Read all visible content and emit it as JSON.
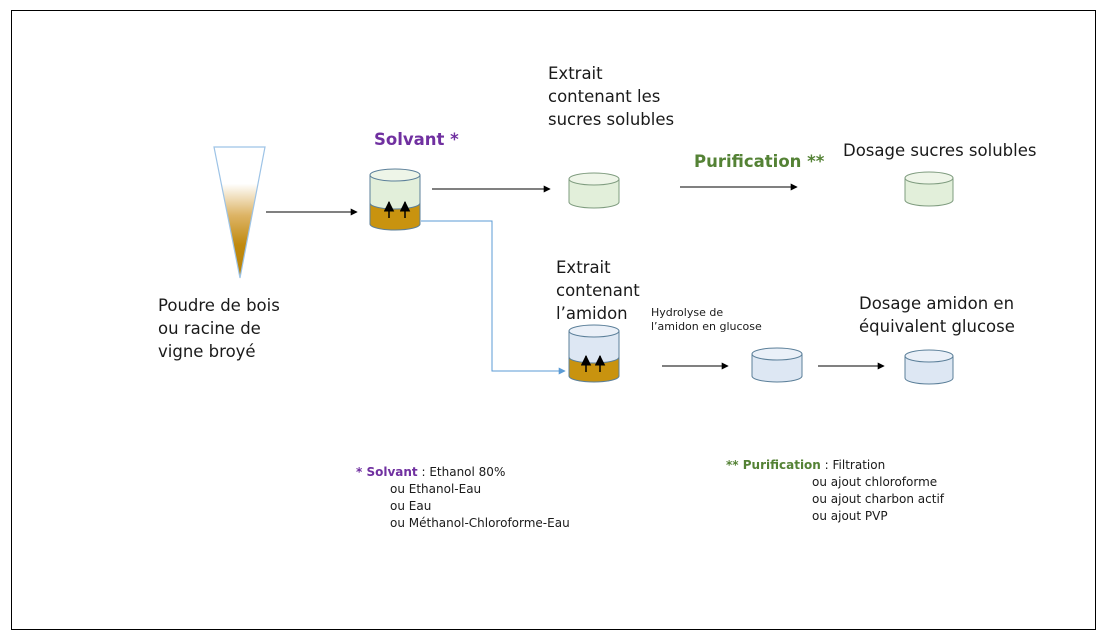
{
  "colors": {
    "solvant": "#7030a0",
    "purification": "#548235",
    "extract_green": "#e2efda",
    "extract_blue": "#dde7f3",
    "sediment": "#c9930f",
    "connector_blue": "#5b9bd5"
  },
  "labels": {
    "powder": [
      "Poudre de bois",
      "ou racine de",
      "vigne broyé"
    ],
    "solvant": "Solvant *",
    "extract_sugars": [
      "Extrait",
      "contenant les",
      "sucres solubles"
    ],
    "purification": "Purification **",
    "dosage_sugars": "Dosage sucres solubles",
    "extract_starch": [
      "Extrait",
      "contenant",
      "l’amidon"
    ],
    "hydrolysis": [
      "Hydrolyse de",
      "l’amidon en glucose"
    ],
    "dosage_starch": [
      "Dosage amidon en",
      "équivalent glucose"
    ]
  },
  "footnotes": {
    "solvant": {
      "key": "* Solvant",
      "sep": " : ",
      "first": "Ethanol 80%",
      "rest": [
        "ou Ethanol-Eau",
        "ou Eau",
        "ou Méthanol-Chloroforme-Eau"
      ]
    },
    "purification": {
      "key": "** Purification",
      "sep": " : ",
      "first": "Filtration",
      "rest": [
        "ou ajout chloroforme",
        "ou ajout charbon actif",
        "ou ajout PVP"
      ]
    }
  }
}
